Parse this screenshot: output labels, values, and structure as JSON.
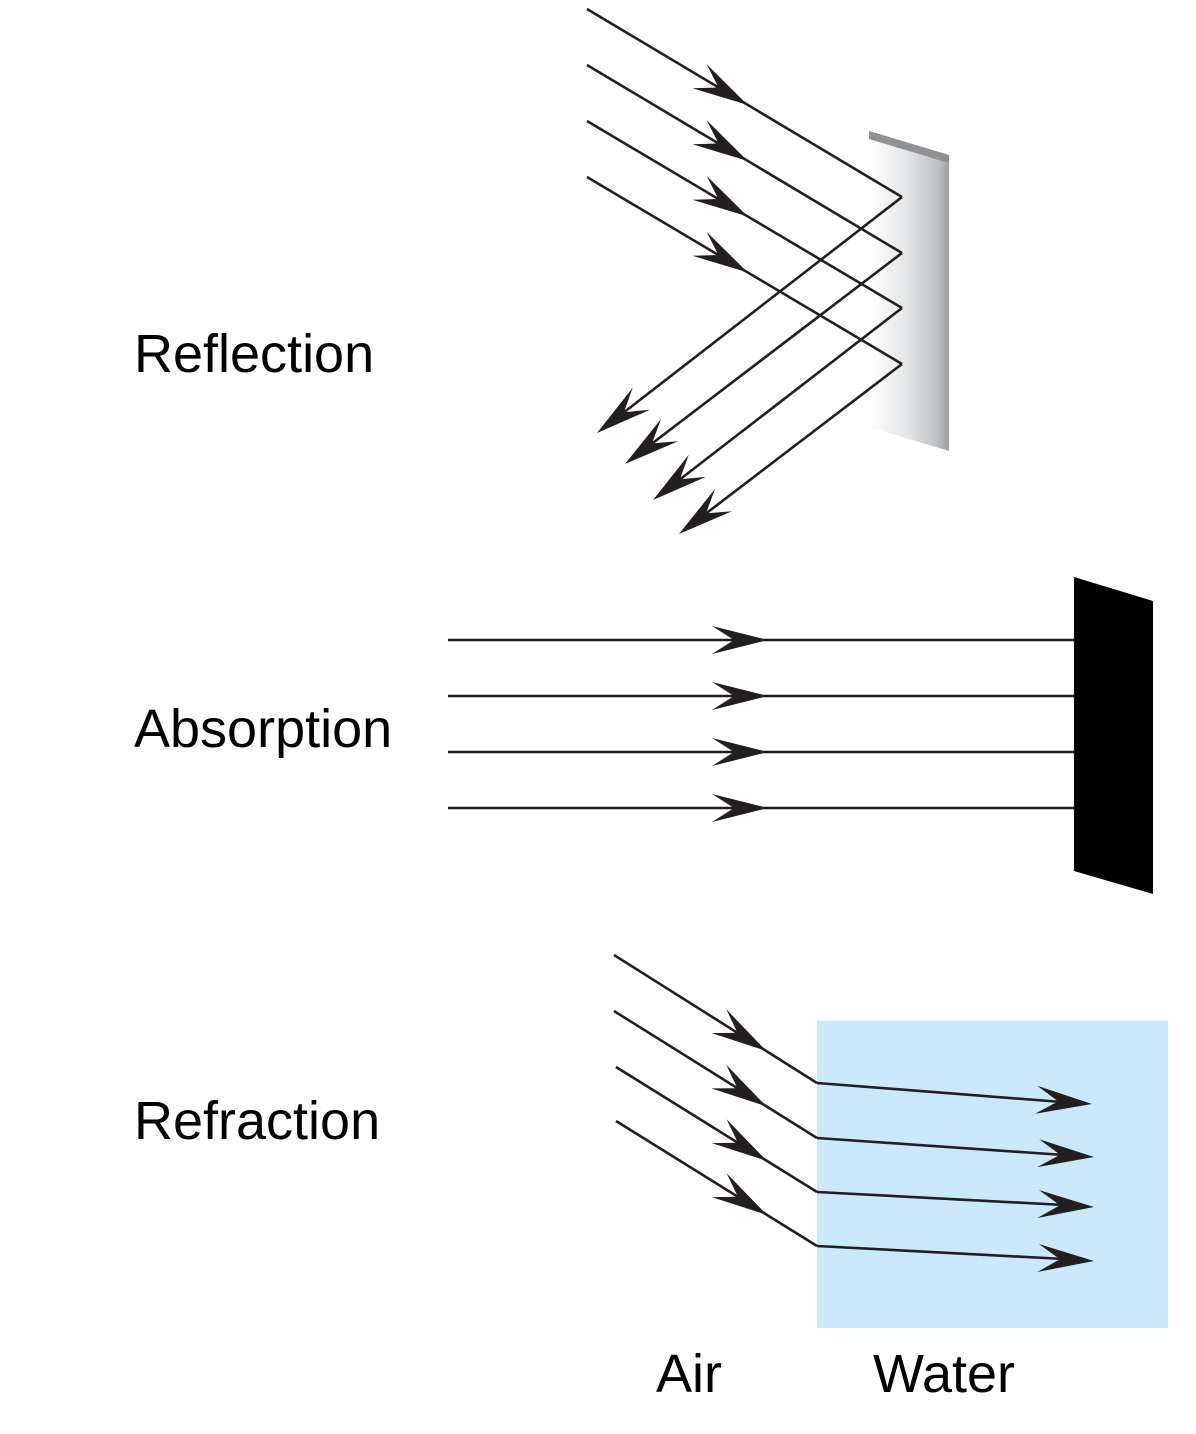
{
  "reflection": {
    "label": "Reflection",
    "mirror_color": "#c9cbcd"
  },
  "absorption": {
    "label": "Absorption",
    "absorber_color": "#000000"
  },
  "refraction": {
    "label": "Refraction",
    "air_label": "Air",
    "water_label": "Water",
    "water_color": "#cce9fb"
  },
  "ray_color": "#231f20"
}
